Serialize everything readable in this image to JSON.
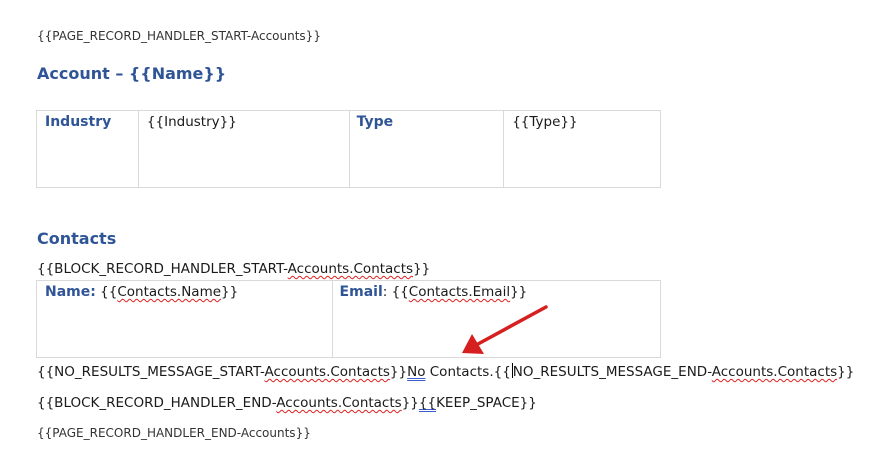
{
  "page_handler_start": "{{PAGE_RECORD_HANDLER_START-Accounts}}",
  "account_heading": "Account – {{Name}}",
  "account_table": {
    "industry_label": "Industry",
    "industry_value": "{{Industry}}",
    "type_label": "Type",
    "type_value": "{{Type}}"
  },
  "contacts_heading": "Contacts",
  "block_start": {
    "prefix": "{{BLOCK_RECORD_HANDLER_START-",
    "accounts_contacts": "Accounts.Contacts",
    "suffix": "}}"
  },
  "contacts_table": {
    "name_label": "Name:",
    "name_open": " {{",
    "name_field": "Contacts.Name",
    "name_close": "}}",
    "email_label": "Email",
    "email_colon": ": {{",
    "email_field": "Contacts.Email",
    "email_close": "}}"
  },
  "no_results_line": {
    "p1": "{{NO_RESULTS_MESSAGE_START-",
    "p2": "Accounts.Contacts",
    "p3": "}}",
    "p4": "No",
    "p5": " Contacts.{{",
    "p6": "NO_RESULTS_MESSAGE_END-",
    "p7": "Accounts.Contacts",
    "p8": "}}"
  },
  "block_end": {
    "p1": "{{BLOCK_RECORD_HANDLER_END-",
    "p2": "Accounts.Contacts",
    "p3": "}}",
    "p4": "{{",
    "p5": "KEEP_SPACE}}"
  },
  "page_handler_end": "{{PAGE_RECORD_HANDLER_END-Accounts}}",
  "colors": {
    "heading": "#2f5597",
    "arrow": "#d62020",
    "border": "#d9d9d9"
  }
}
